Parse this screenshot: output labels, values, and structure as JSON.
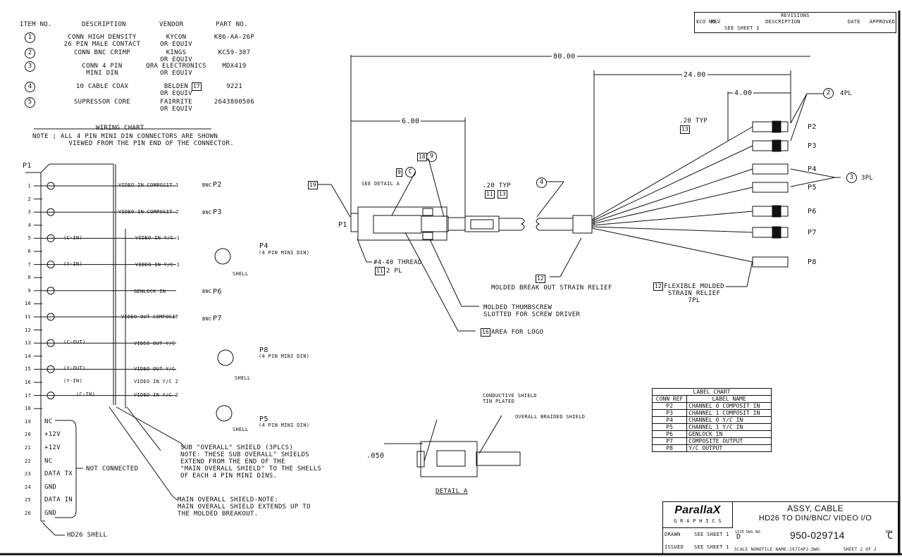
{
  "bom": {
    "headers": {
      "item": "ITEM NO.",
      "description": "DESCRIPTION",
      "vendor": "VENDOR",
      "part": "PART NO."
    },
    "rows": [
      {
        "item": "1",
        "description": "CONN HIGH DENSITY\n26 PIN MALE CONTACT",
        "vendor": "KYCON\nOR EQUIV",
        "part": "K86-AA-26P"
      },
      {
        "item": "2",
        "description": "CONN BNC CRIMP",
        "vendor": "KINGS\nOR EQUIV",
        "part": "KC59-307"
      },
      {
        "item": "3",
        "description": "CONN 4 PIN\nMINI DIN",
        "vendor": "QRA ELECTRONICS\nOR EQUIV",
        "part": "MDX419"
      },
      {
        "item": "4",
        "description": "10 CABLE COAX",
        "vendor": "BELDEN\nOR EQUIV",
        "vendor_note": "17",
        "part": "9221"
      },
      {
        "item": "5",
        "description": "SUPRESSOR CORE",
        "vendor": "FAIRRITE\nOR EQUIV",
        "part": "2643800506"
      }
    ]
  },
  "wiring_chart": {
    "title": "WIRING CHART",
    "note": "NOTE ; ALL 4 PIN MINI DIN CONNECTORS ARE SHOWN\n         VIEWED FROM THE PIN END OF THE CONNECTOR.",
    "connector": "P1",
    "pins": [
      "1",
      "2",
      "3",
      "4",
      "5",
      "6",
      "7",
      "8",
      "9",
      "10",
      "11",
      "12",
      "13",
      "14",
      "15",
      "16",
      "17",
      "18",
      "19",
      "20",
      "21",
      "22",
      "23",
      "24",
      "25",
      "26"
    ],
    "signal_labels": {
      "c_in": "(C-IN)",
      "y_in": "(Y-IN)",
      "c_out": "(C-OUT)",
      "y_out": "(Y-OUT)",
      "y_in2": "(Y-IN)",
      "c_in2": "(C-IN)"
    },
    "wire_labels": {
      "vid_comp1": "VIDEO IN COMPOSIT 1",
      "vid_comp2": "VIDEO IN COMPOSIT 2",
      "vid_yc1a": "VIDEO IN Y/C 1",
      "vid_yc1b": "VIDEO IN Y/C 1",
      "genlock": "GENLOCK IN",
      "vid_out_comp": "VIDEO OUT COMPOSIT",
      "vid_out_yc_a": "VIDEO OUT Y/C",
      "vid_out_yc_b": "VIDEO OUT Y/C",
      "vid_yc2a": "VIDEO IN Y/C 2",
      "vid_yc2b": "VIDEO IN Y/C 2"
    },
    "bnc": "BNC",
    "targets": {
      "p2": "P2",
      "p3": "P3",
      "p4": "P4",
      "p6": "P6",
      "p7": "P7",
      "p8": "P8",
      "p5": "P5"
    },
    "mini_din_note": "(4 PIN MINI DIN)",
    "shell": "SHELL",
    "unused_pins": [
      "NC",
      "+12V",
      "+12V",
      "NC",
      "DATA TX",
      "GND",
      "DATA IN",
      "GND"
    ],
    "not_connected": "NOT CONNECTED",
    "hd26_shell": "HD26 SHELL",
    "sub_shield_note": "SUB \"OVERALL\" SHIELD (3PLCS)\nNOTE: THESE SUB OVERALL\" SHIELDS\nEXTEND FROM THE END OF THE\n\"MAIN OVERALL SHIELD\" TO THE SHELLS\nOF EACH 4 PIN MINI DINS.",
    "main_shield_note": "MAIN OVERALL SHIELD-NOTE:\nMAIN OVERALL SHIELD EXTENDS UP TO\nTHE MOLDED BREAKOUT."
  },
  "assembly": {
    "dim_overall": "80.00",
    "dim_p1": "6.00",
    "dim_breakout": "24.00",
    "dim_bnc": "4.00",
    "typ_left": ".20 TYP",
    "typ_left_refs": [
      "11",
      "13"
    ],
    "typ_right": ".20 TYP",
    "typ_right_ref": "13",
    "p1": "P1",
    "ref19": "19",
    "see_detail": "SEE DETAIL A",
    "ref9": "9",
    "ref9c": "C",
    "ref18": "18",
    "ref18c": "9",
    "ref4": "4",
    "thread": "#4-40 THREAD",
    "thread_ref": "11",
    "thread_qty": "2 PL",
    "breakout_ref": "12",
    "breakout": "MOLDED BREAK OUT STRAIN RELIEF",
    "thumbscrew": "MOLDED THUMBSCREW\nSLOTTED FOR SCREW DRIVER",
    "logo_ref": "16",
    "logo": "AREA FOR LOGO",
    "item2": "2",
    "item2_qty": "4PL",
    "item3": "3",
    "item3_qty": "3PL",
    "connectors": [
      "P2",
      "P3",
      "P4",
      "P5",
      "P6",
      "P7",
      "P8"
    ],
    "flex_ref": "12",
    "flex": "FLEXIBLE MOLDED\nSTRAIN RELIEF\n7PL"
  },
  "detail_a": {
    "title": "DETAIL A",
    "dim": ".050",
    "conductive": "CONDUCTIVE SHIELD\nTIN PLATED",
    "braided": "OVERALL BRAIDED SHIELD"
  },
  "label_chart": {
    "title": "LABEL CHART",
    "headers": [
      "CONN REF",
      "LABEL NAME"
    ],
    "rows": [
      [
        "P2",
        "CHANNEL 0 COMPOSIT IN"
      ],
      [
        "P3",
        "CHANNEL 1 COMPOSIT IN"
      ],
      [
        "P4",
        "CHANNEL 0 Y/C IN"
      ],
      [
        "P5",
        "CHANNEL 1 Y/C IN"
      ],
      [
        "P6",
        "GENLOCK IN"
      ],
      [
        "P7",
        "COMPOSITE OUTPUT"
      ],
      [
        "P8",
        "Y/C OUTPUT"
      ]
    ]
  },
  "revisions": {
    "title": "REVISIONS",
    "headers": [
      "ECO NO.",
      "REV",
      "DESCRIPTION",
      "DATE",
      "APPROVED"
    ],
    "row": [
      "",
      "",
      "SEE SHEET 1",
      "",
      ""
    ]
  },
  "title_block": {
    "company": "ParallaX",
    "company_sub": "G R A P H I C S",
    "title": "ASSY, CABLE",
    "subtitle": "HD26 TO DIN/BNC/ VIDEO I/O",
    "drawn_label": "DRAWN",
    "drawn": "SEE SHEET 1",
    "issued_label": "ISSUED",
    "issued": "SEE SHEET 1",
    "size_label": "SIZE",
    "size": "D",
    "dwg_label": "DWG NO.",
    "dwg": "950-029714",
    "rev_label": "REV",
    "rev": "C",
    "scale": "SCALE NONE",
    "file": "FILE NAME:297I4P2.DWG",
    "sheet": "SHEET 2 OF 2"
  }
}
